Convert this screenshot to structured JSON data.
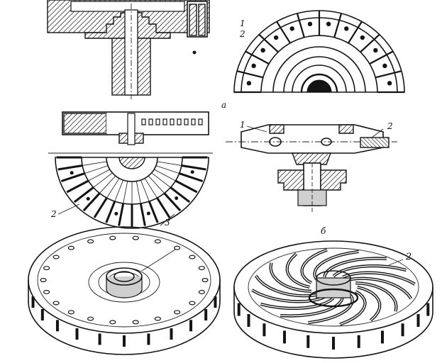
{
  "labels": {
    "tr_label_1": "1",
    "tr_label_2": "2",
    "tr_label_a": "a",
    "mr_label_1": "1",
    "mr_label_2": "2",
    "ml_label_2": "2",
    "ml_label_3": "3",
    "mr_label_b": "б",
    "br_label_2": "2"
  },
  "colors": {
    "ink": "#141414",
    "paper": "#ffffff",
    "shade": "#cfcfcf"
  }
}
